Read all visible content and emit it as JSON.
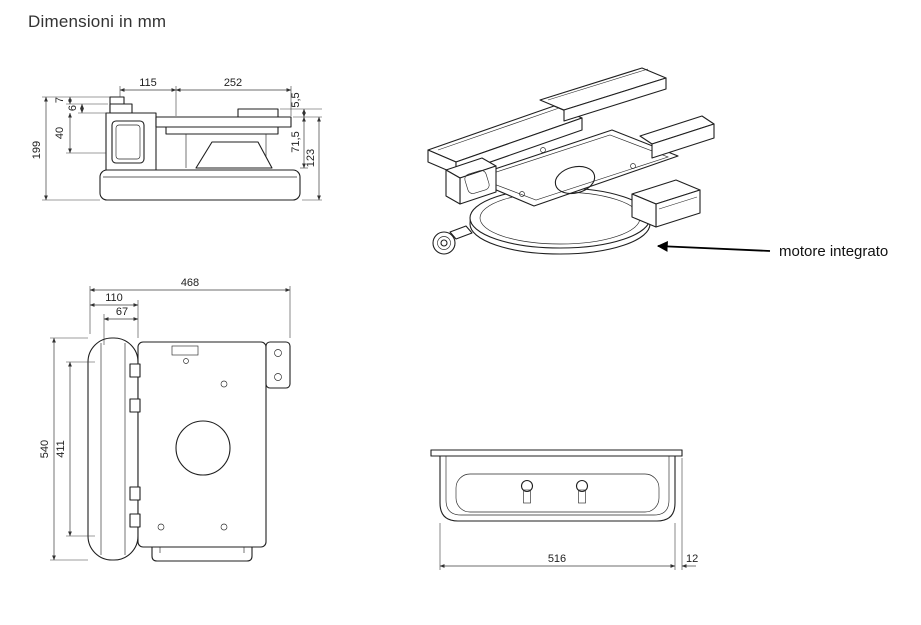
{
  "page": {
    "title": "Dimensioni in mm"
  },
  "isometric_view": {
    "motor_label": "motore integrato"
  },
  "side_view": {
    "dim_width_left": "115",
    "dim_width_right": "252",
    "dim_height_lip": "5,5",
    "dim_height_body": "71,5",
    "dim_height_base": "123",
    "dim_step_7": "7",
    "dim_step_6": "6",
    "dim_bracket_40": "40",
    "dim_total_height": "199"
  },
  "front_view": {
    "dim_total_width": "468",
    "dim_disc_width": "110",
    "dim_hub_width": "67",
    "dim_total_height": "540",
    "dim_inner_height": "411"
  },
  "bottom_view": {
    "dim_width": "516",
    "dim_overhang": "12"
  }
}
